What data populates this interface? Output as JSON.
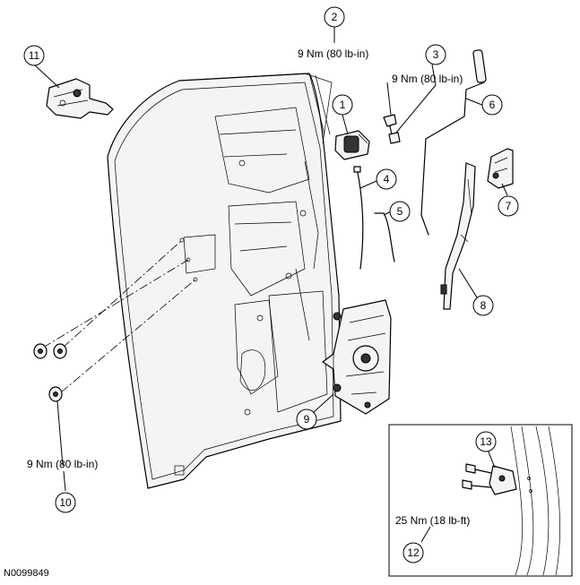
{
  "figure_id": "N0099849",
  "callouts": [
    {
      "number": "1"
    },
    {
      "number": "2"
    },
    {
      "number": "3"
    },
    {
      "number": "4"
    },
    {
      "number": "5"
    },
    {
      "number": "6"
    },
    {
      "number": "7"
    },
    {
      "number": "8"
    },
    {
      "number": "9"
    },
    {
      "number": "10"
    },
    {
      "number": "11"
    },
    {
      "number": "12"
    },
    {
      "number": "13"
    }
  ],
  "torque_specs": {
    "item2": "9 Nm (80 lb-in)",
    "item3": "9 Nm (80 lb-in)",
    "item10": "9 Nm (80 lb-in)",
    "item12": "25 Nm (18 lb-ft)"
  }
}
